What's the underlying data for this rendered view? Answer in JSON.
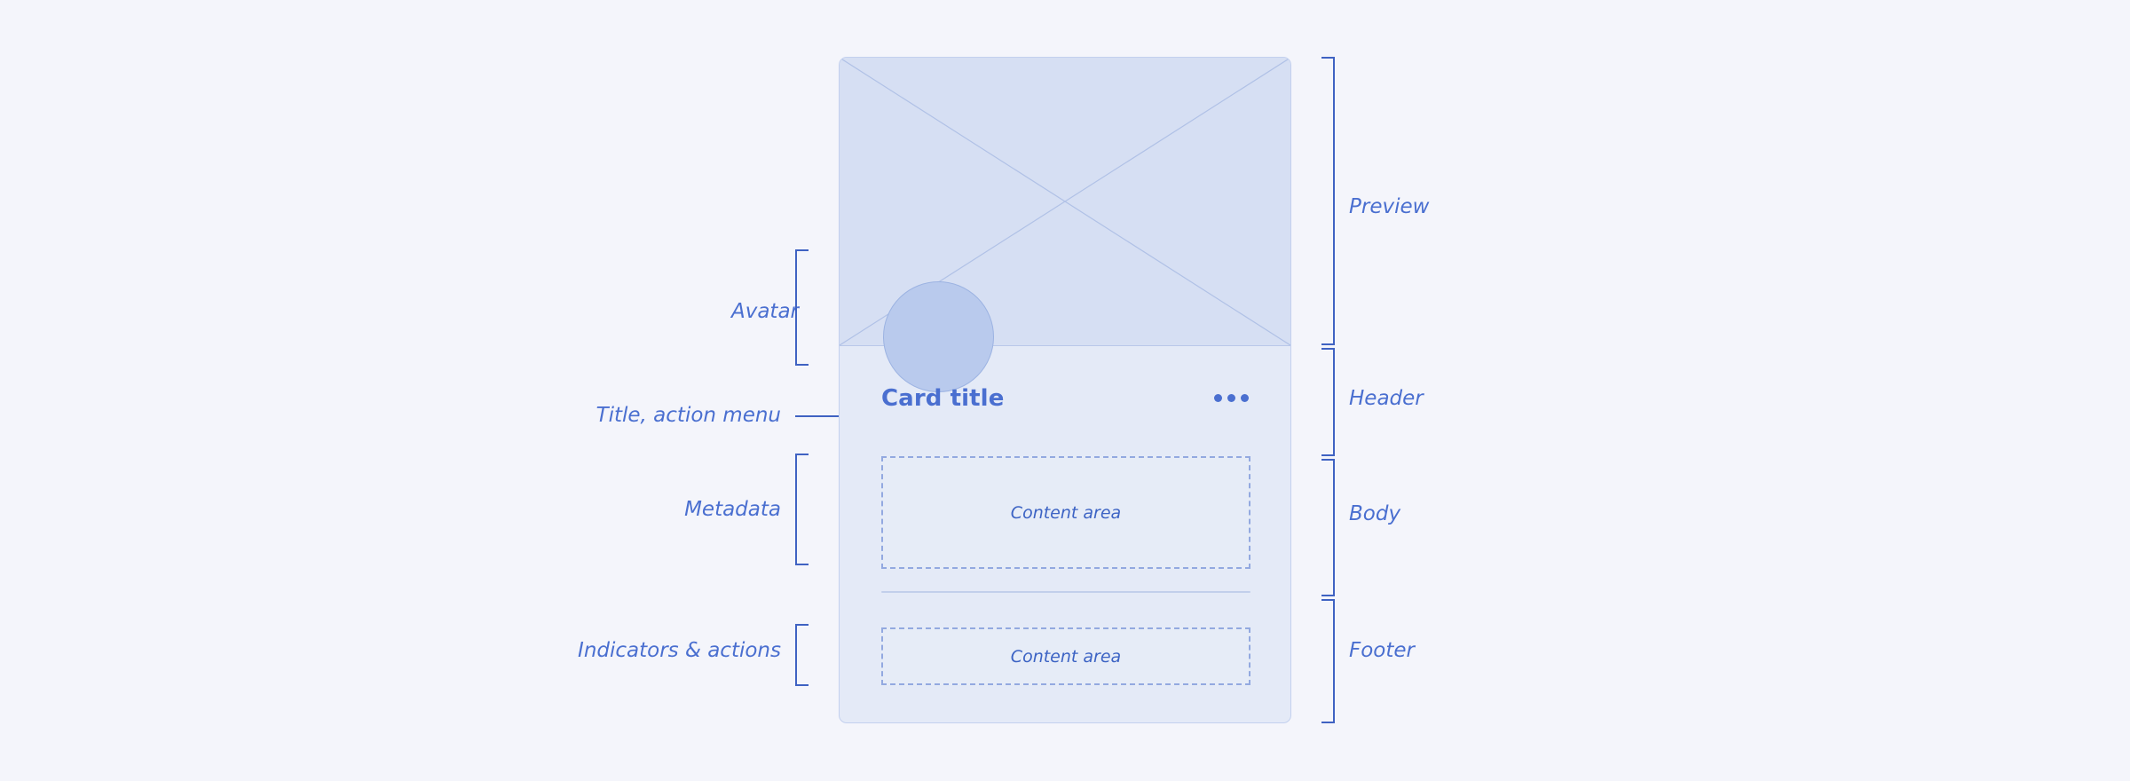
{
  "page": {
    "background": "#f4f5fb",
    "accent": "#4a6fd0",
    "bracket_color": "#3f62c2",
    "preview_fill": "#d6dff3",
    "card_fill": "#e4eaf7",
    "avatar_fill": "#b9caed",
    "dash_color": "#93a9e0"
  },
  "card": {
    "title": "Card title",
    "action_menu_icon": "kebab-menu-icon",
    "preview_icon": "image-placeholder-icon",
    "avatar_icon": "avatar-circle-icon",
    "body": {
      "content_area_label": "Content area"
    },
    "footer": {
      "content_area_label": "Content area"
    }
  },
  "annotations": {
    "left": [
      {
        "id": "avatar",
        "label": "Avatar"
      },
      {
        "id": "title-action-menu",
        "label": "Title, action menu"
      },
      {
        "id": "metadata",
        "label": "Metadata"
      },
      {
        "id": "indicators-actions",
        "label": "Indicators & actions"
      }
    ],
    "right": [
      {
        "id": "preview",
        "label": "Preview"
      },
      {
        "id": "header",
        "label": "Header"
      },
      {
        "id": "body",
        "label": "Body"
      },
      {
        "id": "footer",
        "label": "Footer"
      }
    ]
  }
}
